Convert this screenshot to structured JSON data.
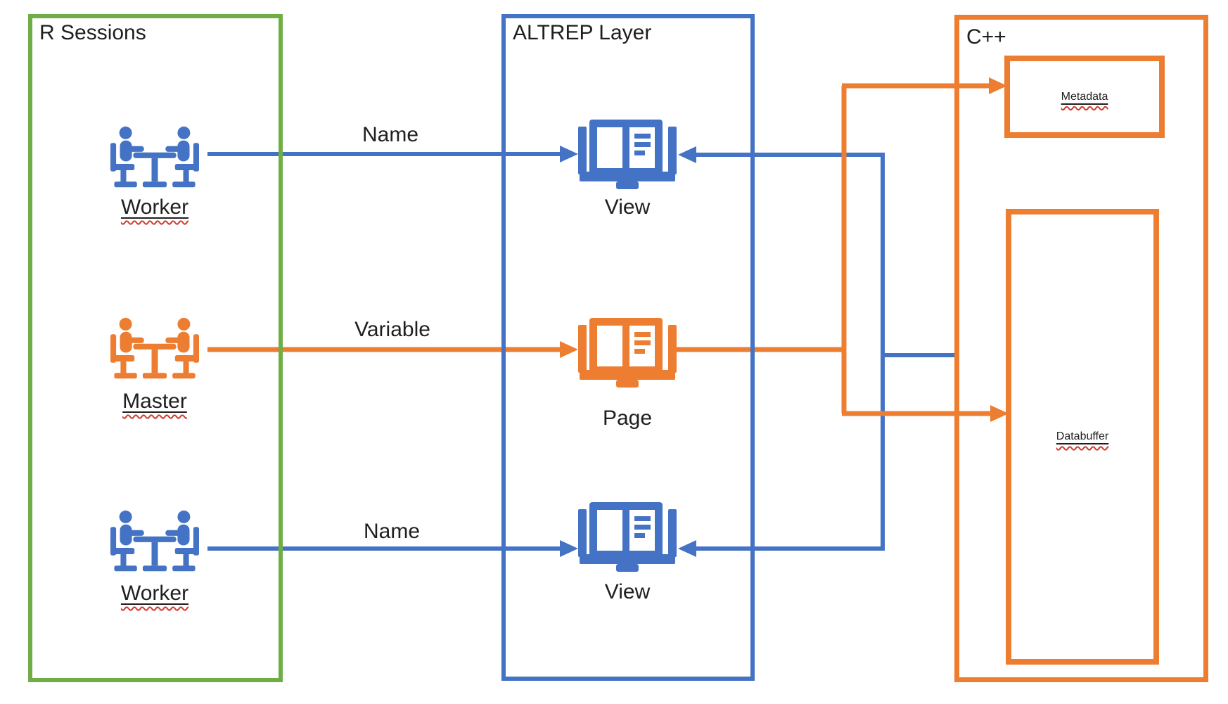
{
  "colors": {
    "blue": "#4472C4",
    "orange": "#ED7D31",
    "green": "#70AD47",
    "text": "#1f1f1f",
    "squiggle": "#d03a2b"
  },
  "containers": {
    "r_sessions": {
      "label": "R Sessions",
      "border_color": "#70AD47"
    },
    "altrep_layer": {
      "label": "ALTREP Layer",
      "border_color": "#4472C4"
    },
    "cpp": {
      "label": "C++",
      "border_color": "#ED7D31"
    }
  },
  "r_session_nodes": [
    {
      "label": "Worker",
      "icon": "people-at-table-icon",
      "color": "#4472C4",
      "spellcheck_squiggle": true
    },
    {
      "label": "Master",
      "icon": "people-at-table-icon",
      "color": "#ED7D31",
      "spellcheck_squiggle": true
    },
    {
      "label": "Worker",
      "icon": "people-at-table-icon",
      "color": "#4472C4",
      "spellcheck_squiggle": true
    }
  ],
  "altrep_nodes": [
    {
      "label": "View",
      "icon": "open-book-icon",
      "color": "#4472C4"
    },
    {
      "label": "Page",
      "icon": "open-book-icon",
      "color": "#ED7D31"
    },
    {
      "label": "View",
      "icon": "open-book-icon",
      "color": "#4472C4"
    }
  ],
  "cpp_nodes": [
    {
      "label": "Metadata",
      "spellcheck_squiggle": true
    },
    {
      "label": "Databuffer",
      "spellcheck_squiggle": true
    }
  ],
  "edge_labels": [
    {
      "label": "Name",
      "color": "#4472C4"
    },
    {
      "label": "Variable",
      "color": "#ED7D31"
    },
    {
      "label": "Name",
      "color": "#4472C4"
    }
  ]
}
